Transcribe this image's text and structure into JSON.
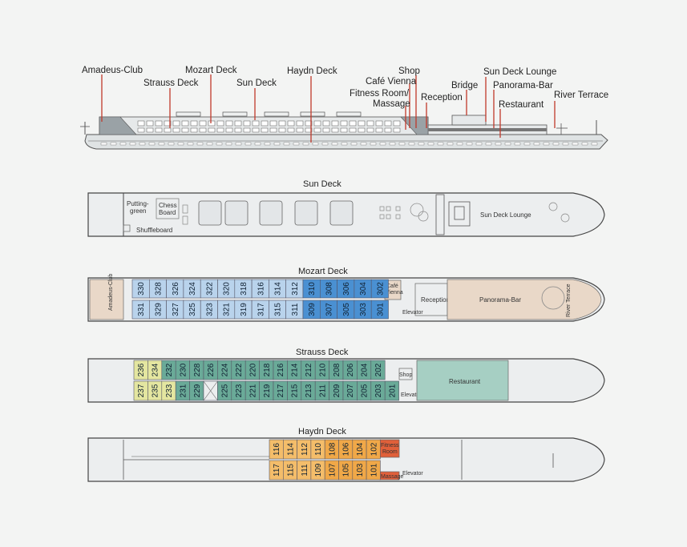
{
  "colors": {
    "leader": "#c0392b",
    "hull": "#d7dcdd",
    "deck_bg": "#eceeef",
    "outline": "#444444",
    "mozart_blue": "#4a90d2",
    "mozart_light": "#b9d3ec",
    "strauss_green": "#6aaa98",
    "strauss_yellow": "#e4e6a0",
    "haydn_orange": "#f0a848",
    "haydn_red": "#e0603a",
    "lounge_tan": "#e9d8c8",
    "restaurant_green": "#a6cfc3"
  },
  "profile_labels": [
    {
      "id": "amadeus-club",
      "text": "Amadeus-Club"
    },
    {
      "id": "strauss-deck",
      "text": "Strauss Deck"
    },
    {
      "id": "mozart-deck",
      "text": "Mozart Deck"
    },
    {
      "id": "sun-deck",
      "text": "Sun Deck"
    },
    {
      "id": "haydn-deck",
      "text": "Haydn Deck"
    },
    {
      "id": "shop",
      "text": "Shop"
    },
    {
      "id": "cafe-vienna",
      "text": "Café Vienna"
    },
    {
      "id": "fitness-room",
      "text": "Fitness Room/"
    },
    {
      "id": "massage",
      "text": "Massage"
    },
    {
      "id": "reception",
      "text": "Reception"
    },
    {
      "id": "bridge",
      "text": "Bridge"
    },
    {
      "id": "sun-deck-lounge",
      "text": "Sun Deck Lounge"
    },
    {
      "id": "panorama-bar",
      "text": "Panorama-Bar"
    },
    {
      "id": "restaurant",
      "text": "Restaurant"
    },
    {
      "id": "river-terrace",
      "text": "River Terrace"
    }
  ],
  "sun_deck": {
    "title": "Sun Deck",
    "putting_green": "Putting-",
    "putting_green_2": "green",
    "chess_board": "Chess",
    "chess_board_2": "Board",
    "shuffleboard": "Shuffleboard",
    "lounge": "Sun Deck Lounge"
  },
  "mozart_deck": {
    "title": "Mozart Deck",
    "top_row": [
      "330",
      "328",
      "326",
      "324",
      "322",
      "320",
      "318",
      "316",
      "314",
      "312",
      "310",
      "308",
      "306",
      "304",
      "302"
    ],
    "bottom_row": [
      "331",
      "329",
      "327",
      "325",
      "323",
      "321",
      "319",
      "317",
      "315",
      "311",
      "309",
      "307",
      "305",
      "303",
      "301"
    ],
    "club": "Amadeus-Club",
    "cafe": "Café",
    "cafe_2": "Vienna",
    "elevator": "Elevator",
    "reception": "Reception",
    "panorama_bar": "Panorama-Bar",
    "river_terrace": "River Terrace"
  },
  "strauss_deck": {
    "title": "Strauss Deck",
    "top_row": [
      "236",
      "234",
      "232",
      "230",
      "228",
      "226",
      "224",
      "222",
      "220",
      "218",
      "216",
      "214",
      "212",
      "210",
      "208",
      "206",
      "204",
      "202"
    ],
    "bottom_row": [
      "237",
      "235",
      "233",
      "231",
      "229",
      "",
      "225",
      "223",
      "221",
      "219",
      "217",
      "215",
      "213",
      "211",
      "209",
      "207",
      "205",
      "203",
      "201"
    ],
    "shop": "Shop",
    "elevator": "Elevator",
    "restaurant": "Restaurant"
  },
  "haydn_deck": {
    "title": "Haydn Deck",
    "top_row": [
      "116",
      "114",
      "112",
      "110",
      "108",
      "106",
      "104",
      "102"
    ],
    "bottom_row": [
      "117",
      "115",
      "111",
      "109",
      "107",
      "105",
      "103",
      "101"
    ],
    "fitness": "Fitness",
    "fitness_2": "Room",
    "massage": "Massage",
    "elevator": "Elevator"
  }
}
